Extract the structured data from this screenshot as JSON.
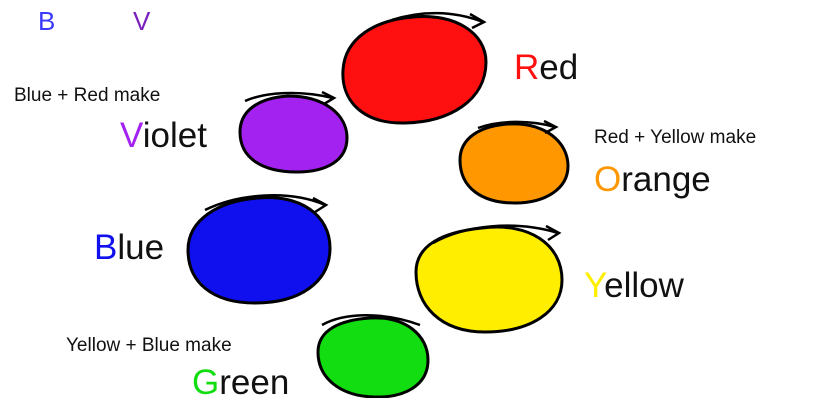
{
  "corner_letters": [
    {
      "text": "B",
      "color": "#3a3aff"
    },
    {
      "text": "V",
      "color": "#7a1fbf"
    }
  ],
  "colors": {
    "red": "#ff1010",
    "orange": "#ff9700",
    "yellow": "#ffee00",
    "green": "#11dd11",
    "blue": "#1010ee",
    "violet": "#a322f0",
    "outline": "#000000"
  },
  "blobs": [
    {
      "name": "red",
      "icon": "red-paint-blob"
    },
    {
      "name": "orange",
      "icon": "orange-paint-blob"
    },
    {
      "name": "yellow",
      "icon": "yellow-paint-blob"
    },
    {
      "name": "green",
      "icon": "green-paint-blob"
    },
    {
      "name": "blue",
      "icon": "blue-paint-blob"
    },
    {
      "name": "violet",
      "icon": "violet-paint-blob"
    }
  ],
  "labels": {
    "red": {
      "initial": "R",
      "rest": "ed"
    },
    "orange": {
      "caption": "Red + Yellow make",
      "initial": "O",
      "rest": "range"
    },
    "yellow": {
      "initial": "Y",
      "rest": "ellow"
    },
    "green": {
      "caption": "Yellow + Blue make",
      "initial": "G",
      "rest": "reen"
    },
    "blue": {
      "initial": "B",
      "rest": "lue"
    },
    "violet": {
      "caption": "Blue + Red make",
      "initial": "V",
      "rest": "iolet"
    }
  }
}
